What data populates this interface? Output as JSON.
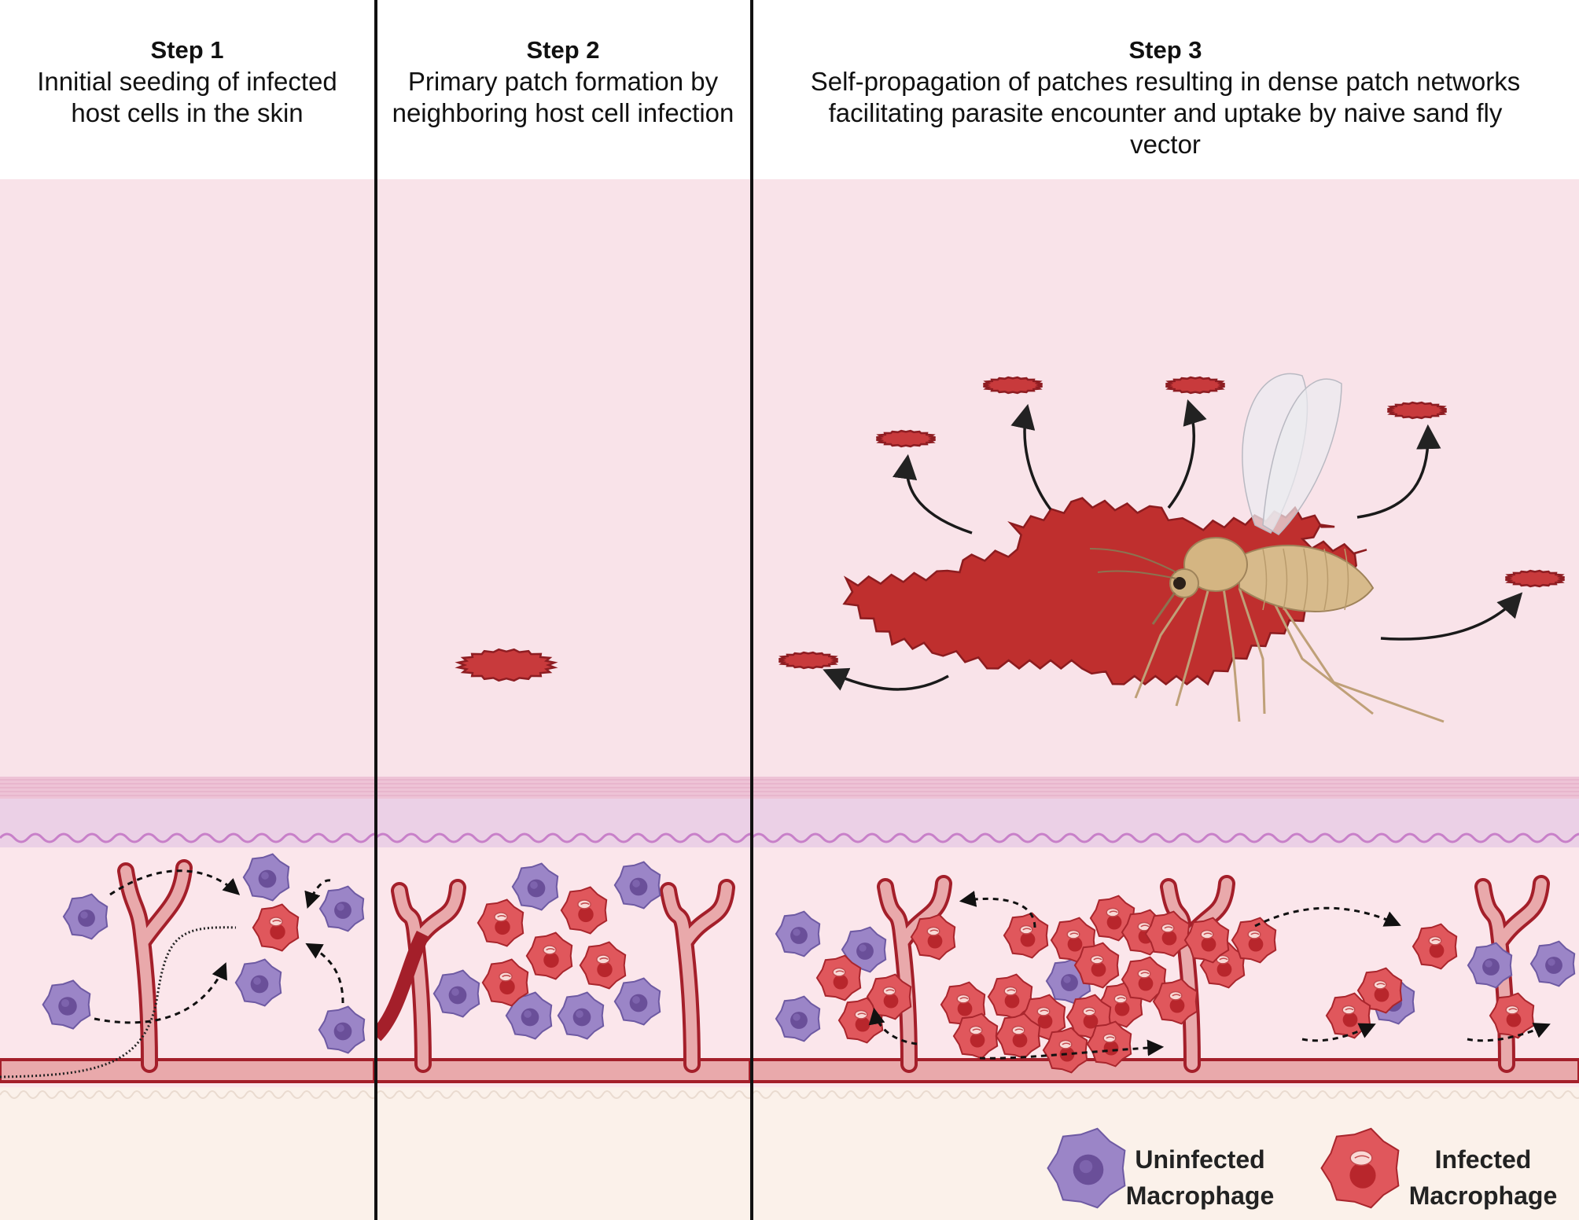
{
  "panels": [
    {
      "step": "Step 1",
      "description": "Innitial seeding of infected host cells in the skin"
    },
    {
      "step": "Step 2",
      "description": "Primary patch formation by neighboring host cell infection"
    },
    {
      "step": "Step 3",
      "description": "Self-propagation of patches resulting in dense patch networks facilitating parasite encounter and uptake by naive sand fly vector"
    }
  ],
  "legend": {
    "uninfected_label": "Uninfected Macrophage",
    "infected_label": "Infected Macrophage"
  },
  "colors": {
    "epidermis": "#f9e4ea",
    "dermis": "#fbe8ec",
    "vessel": "#a41f2a",
    "patch": "#c0322e",
    "uninfected_cell": "#9b85c7",
    "infected_cell": "#e0575c",
    "sand_fly": "#d6b98a"
  },
  "icons": [
    "uninfected-macrophage-icon",
    "infected-macrophage-icon",
    "sand-fly-icon"
  ]
}
